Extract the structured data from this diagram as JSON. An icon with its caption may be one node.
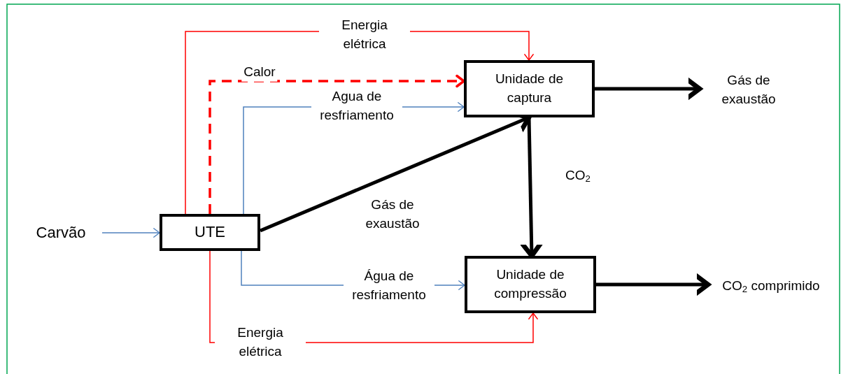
{
  "diagram": {
    "nodes": [
      {
        "text": [
          "Carvão"
        ]
      },
      {
        "text": [
          "UTE"
        ]
      },
      {
        "text": [
          "Unidade de captura"
        ]
      },
      {
        "text": [
          "Unidade de compressão"
        ]
      },
      {
        "text": [
          "Gás de exaustão"
        ]
      },
      {
        "text": [
          "CO$_{2}$ comprimido"
        ]
      }
    ],
    "edges": [
      {
        "from": 0,
        "to": 1,
        "arrow": "to",
        "color": "#4f81bd"
      },
      {
        "from": 1,
        "to": 2,
        "arrow": "to",
        "label": "Energia elétrica",
        "color": "#ff0000"
      },
      {
        "from": 1,
        "to": 2,
        "arrow": "to",
        "label": "Calor",
        "style": "dashed",
        "color": "#ff0000"
      },
      {
        "from": 1,
        "to": 2,
        "arrow": "to",
        "label": "Agua de resfriamento",
        "color": "#4f81bd"
      },
      {
        "from": 1,
        "to": 2,
        "arrow": "to",
        "label": "Gás de exaustão",
        "style": "thick"
      },
      {
        "from": 2,
        "to": 4,
        "arrow": "to",
        "style": "thick"
      },
      {
        "from": 2,
        "to": 3,
        "arrow": "to",
        "label": "CO$_{2}$",
        "style": "thick"
      },
      {
        "from": 1,
        "to": 3,
        "arrow": "to",
        "label": "Água de resfriamento",
        "color": "#4f81bd"
      },
      {
        "from": 1,
        "to": 3,
        "arrow": "to",
        "label": "Energia elétrica",
        "color": "#ff0000"
      },
      {
        "from": 3,
        "to": 5,
        "arrow": "to",
        "style": "thick"
      }
    ]
  }
}
